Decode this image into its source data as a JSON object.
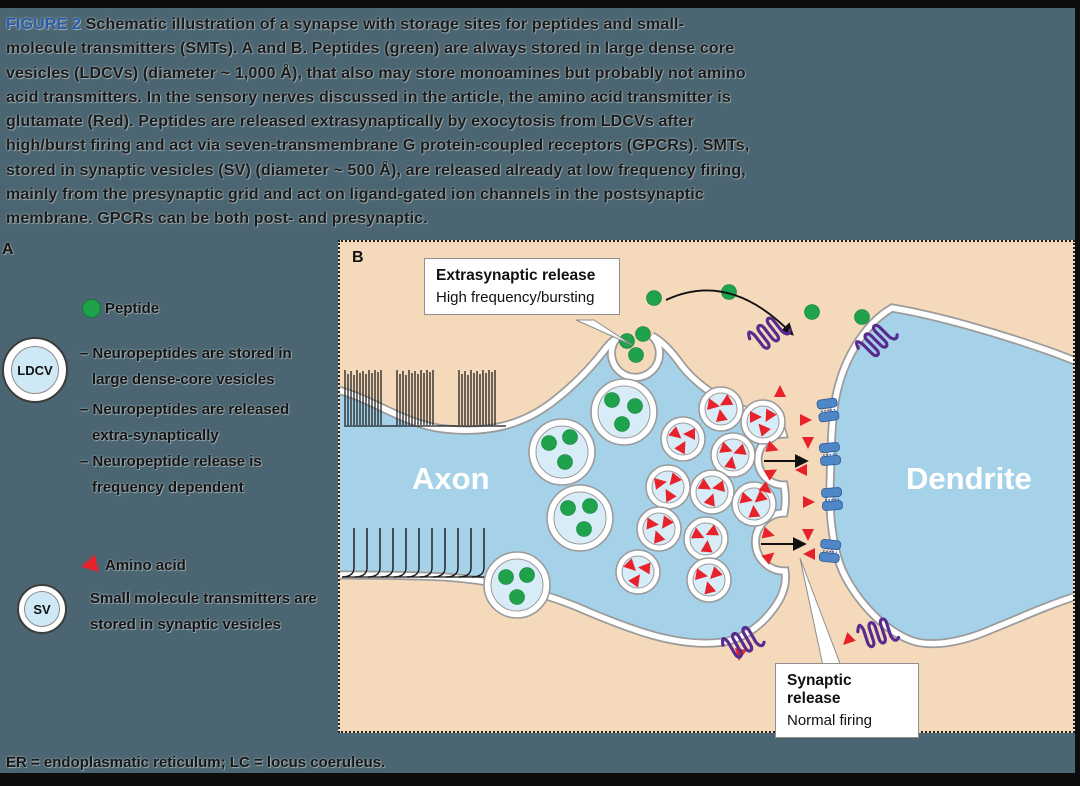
{
  "caption": {
    "figure_label": "FIGURE 2",
    "body": " Schematic illustration of a synapse with storage sites for peptides and small-molecule transmitters (SMTs). A and B. Peptides (green) are always stored in large dense core vesicles (LDCVs) (diameter ~ 1,000 Å), that also may store monoamines but probably not amino acid transmitters. In the sensory nerves discussed in the article, the amino acid transmitter is glutamate (Red). Peptides are released extrasynaptically by exocytosis from LDCVs after high/burst firing and act via seven-transmembrane G protein-coupled receptors (GPCRs). SMTs, stored in synaptic vesicles (SV) (diameter ~ 500 Å), are released already at low frequency firing, mainly from the presynaptic grid and act on ligand-gated ion channels in the postsynaptic membrane. GPCRs can be both post- and presynaptic."
  },
  "footnote": "ER = endoplasmatic reticulum; LC = locus coeruleus.",
  "panel_a": {
    "label": "A",
    "peptide_label": "Peptide",
    "ldcv_badge": "LDCV",
    "bullet1_line1": "– Neuropeptides are stored in",
    "bullet1_line2": "large dense-core vesicles",
    "bullet2_line1": "– Neuropeptides are released",
    "bullet2_line2": "extra-synaptically",
    "bullet3_line1": "– Neuropeptide release is",
    "bullet3_line2": "frequency dependent",
    "amino_label": "Amino acid",
    "sv_badge": "SV",
    "sv_line1": "Small molecule transmitters are",
    "sv_line2": "stored in synaptic vesicles"
  },
  "panel_b": {
    "label": "B",
    "axon_label": "Axon",
    "dendrite_label": "Dendrite",
    "extrasynaptic_title": "Extrasynaptic release",
    "extrasynaptic_subtitle": "High frequency/bursting",
    "synaptic_title": "Synaptic release",
    "synaptic_subtitle": "Normal firing"
  },
  "colors": {
    "figure_label_blue": "#2a5caa",
    "peptide_green": "#1ea24b",
    "amino_acid_red": "#e8222b",
    "gpcr_purple": "#5a2b8e",
    "ion_channel_blue": "#4f86c6",
    "axon_dendrite_blue": "#a5d2e8",
    "extracellular_beige": "#f4d9ba",
    "vesicle_fill": "#d8ecf7",
    "page_background": "#4b6672"
  }
}
